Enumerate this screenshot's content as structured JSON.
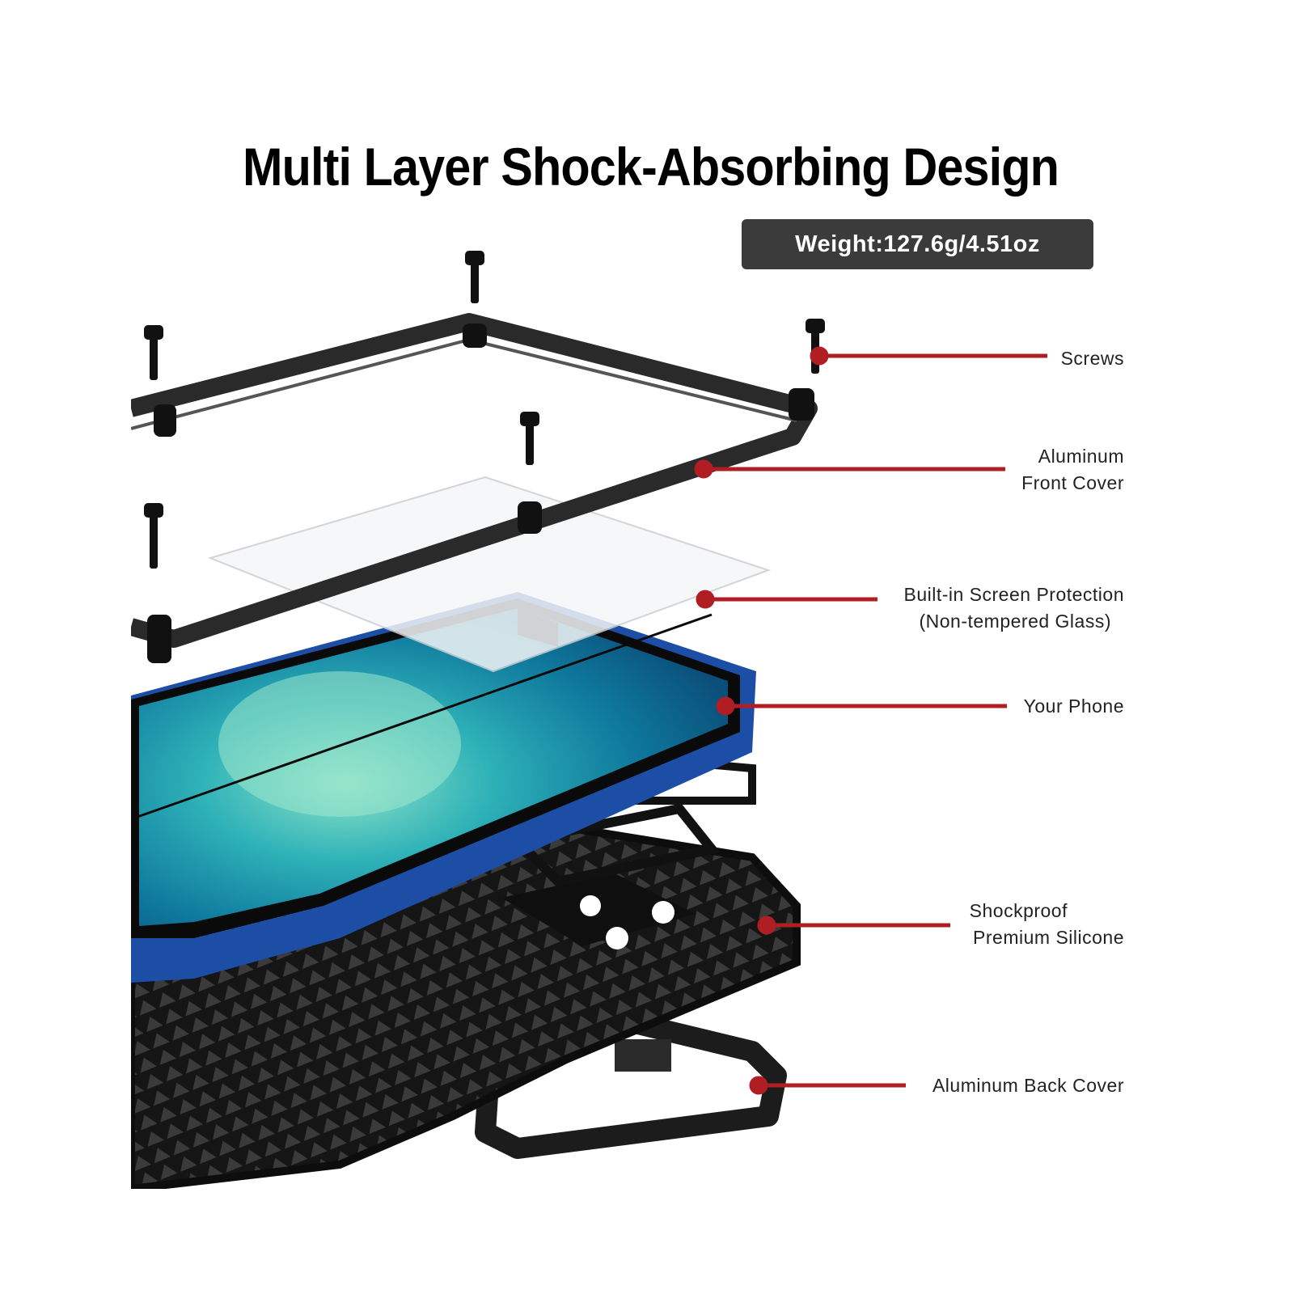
{
  "title": "Multi Layer Shock-Absorbing Design",
  "weight_badge": "Weight:127.6g/4.51oz",
  "callouts": [
    {
      "id": "screws",
      "lines": [
        "Screws"
      ]
    },
    {
      "id": "front-cover",
      "lines": [
        "Aluminum",
        "Front Cover"
      ]
    },
    {
      "id": "screen-protection",
      "lines": [
        "Built-in Screen Protection",
        "(Non-tempered Glass)"
      ]
    },
    {
      "id": "phone",
      "lines": [
        "Your Phone"
      ]
    },
    {
      "id": "silicone",
      "lines": [
        "Shockproof",
        "Premium Silicone"
      ]
    },
    {
      "id": "back-cover",
      "lines": [
        "Aluminum Back Cover"
      ]
    }
  ],
  "colors": {
    "callout_line": "#b01e24",
    "badge_bg": "#3b3b3b",
    "phone_blue": "#1e4fa8",
    "frame": "#2a2a2a"
  }
}
